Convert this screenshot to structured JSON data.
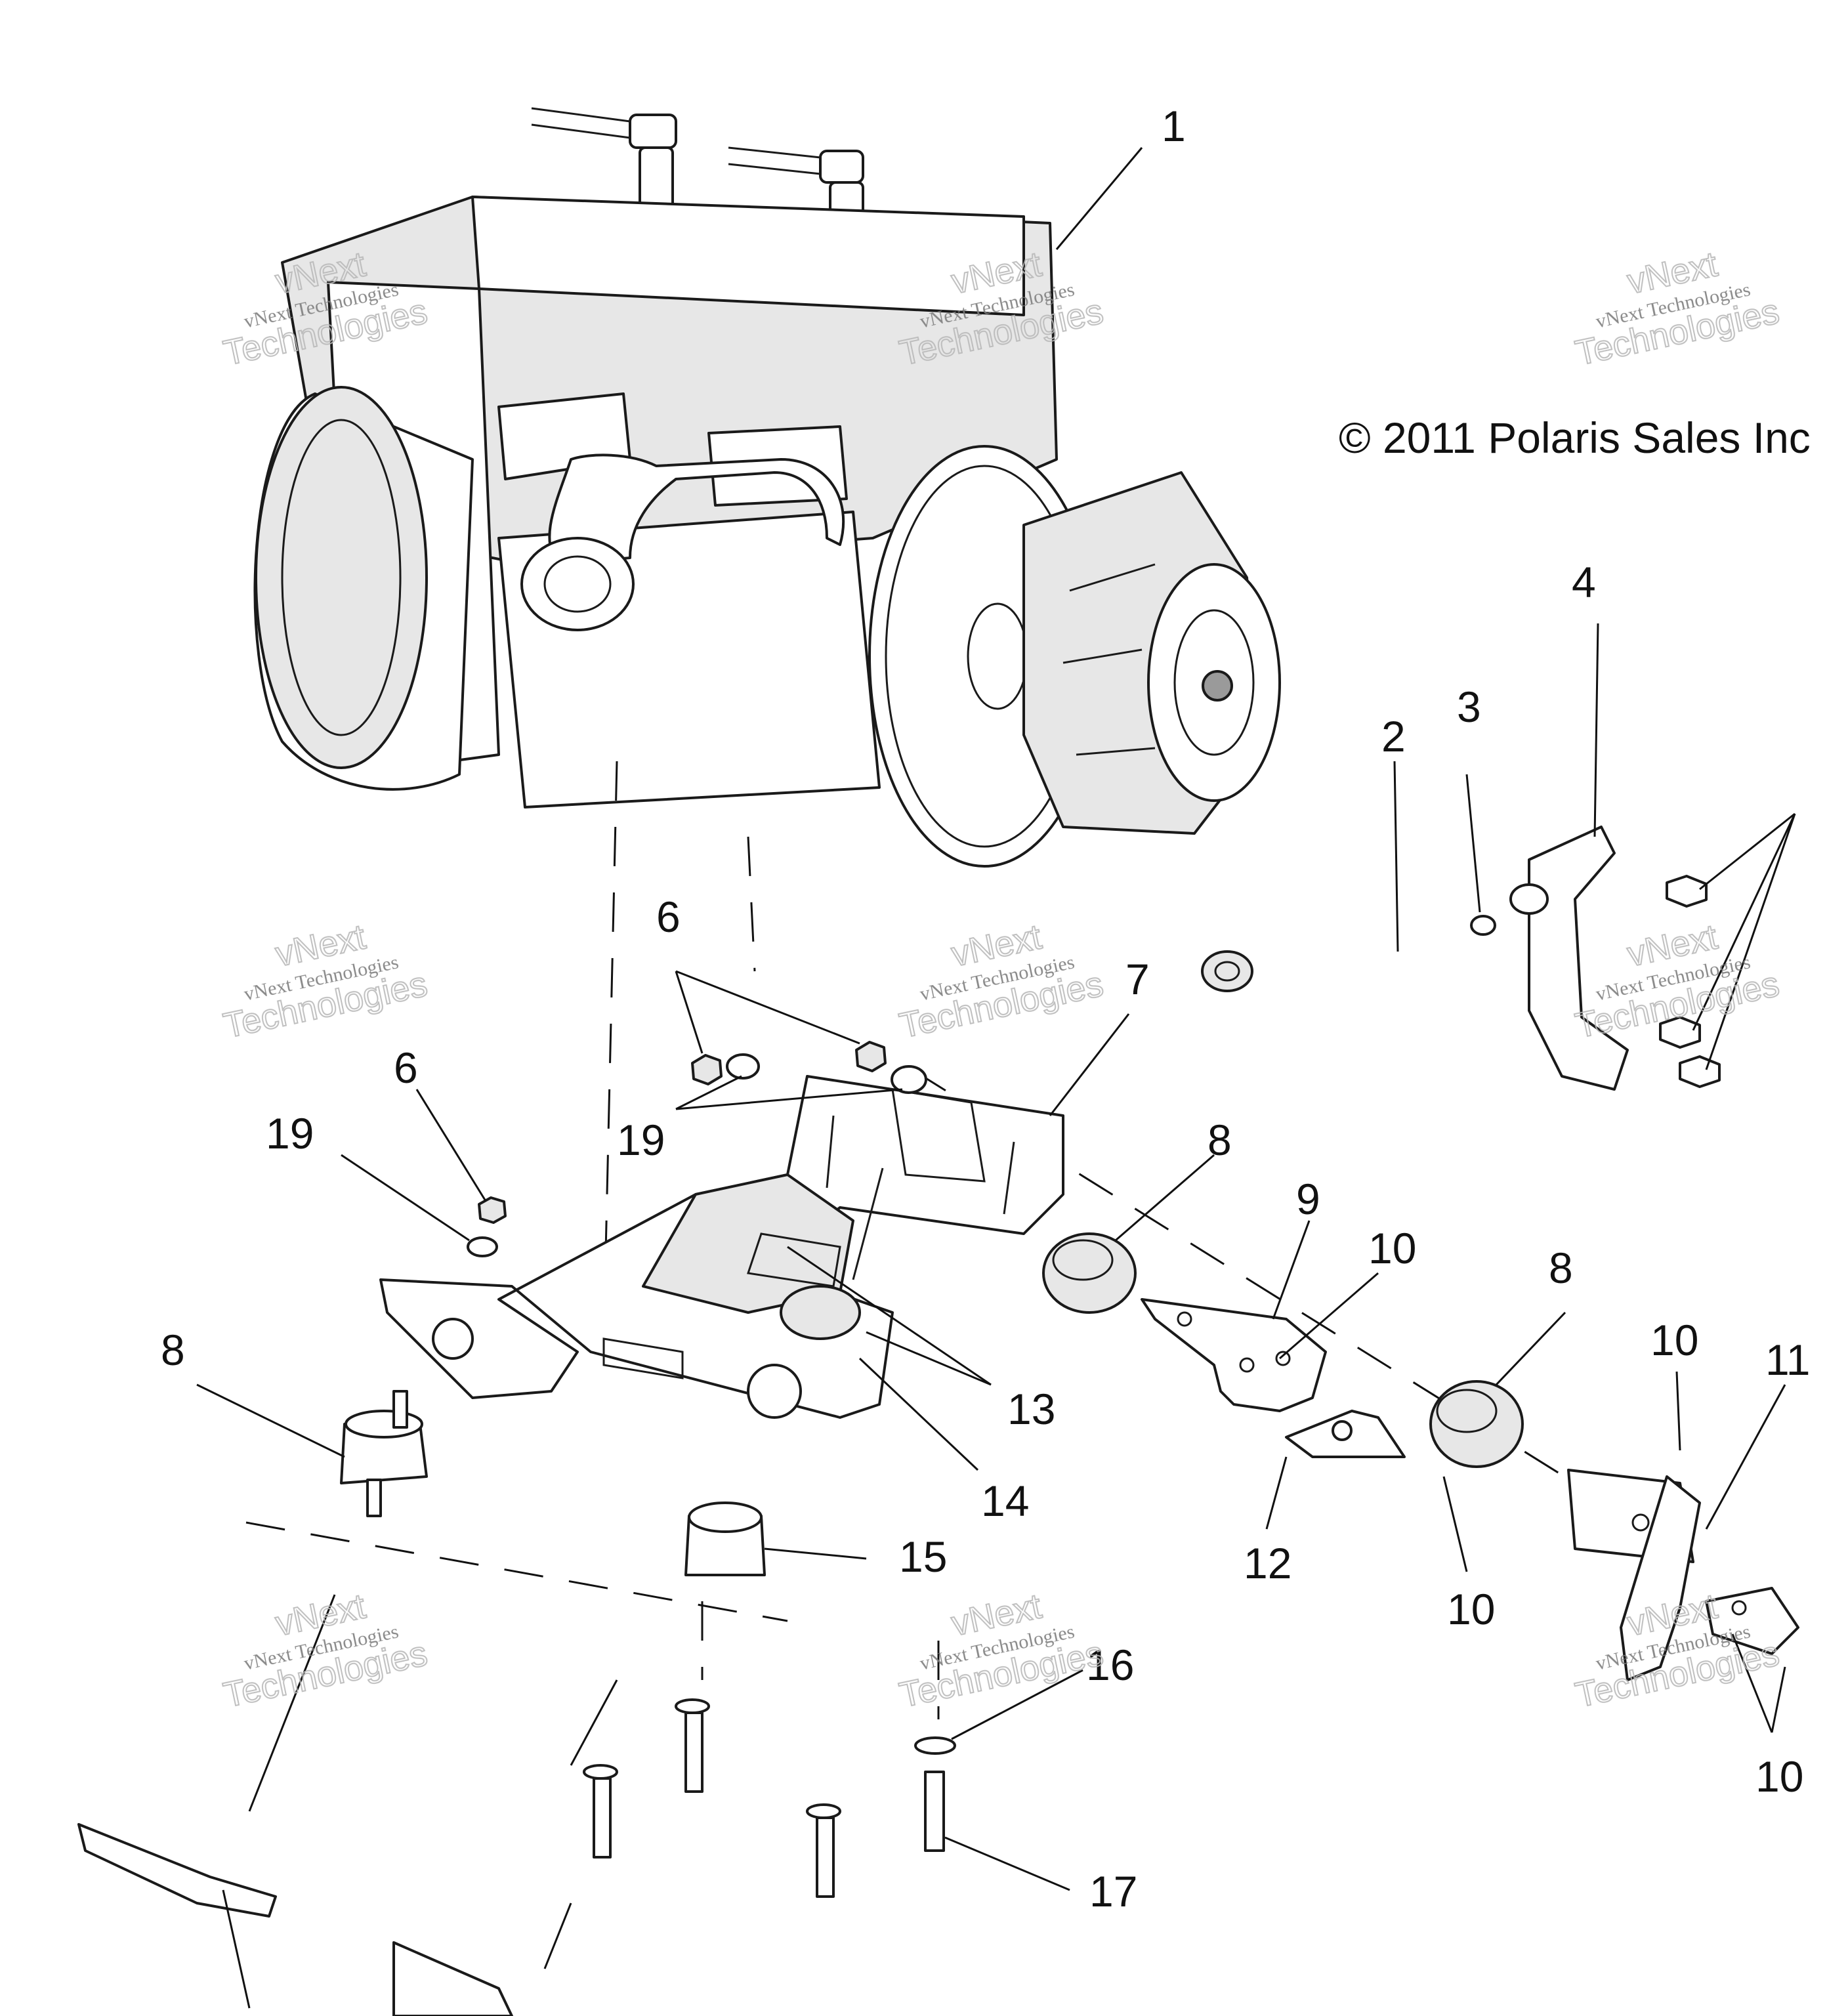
{
  "copyright": "© 2011 Polaris Sales Inc",
  "watermark": {
    "line1": "vNext Technologies",
    "line2": "vNext",
    "line3": "Technologies"
  },
  "callouts": {
    "c1": "1",
    "c2": "2",
    "c3": "3",
    "c4": "4",
    "c6a": "6",
    "c6b": "6",
    "c7": "7",
    "c8a": "8",
    "c8b": "8",
    "c8c": "8",
    "c9": "9",
    "c10a": "10",
    "c10b": "10",
    "c10c": "10",
    "c10d": "10",
    "c11": "11",
    "c12": "12",
    "c13": "13",
    "c14": "14",
    "c15": "15",
    "c16": "16",
    "c17": "17",
    "c19a": "19",
    "c19b": "19"
  }
}
